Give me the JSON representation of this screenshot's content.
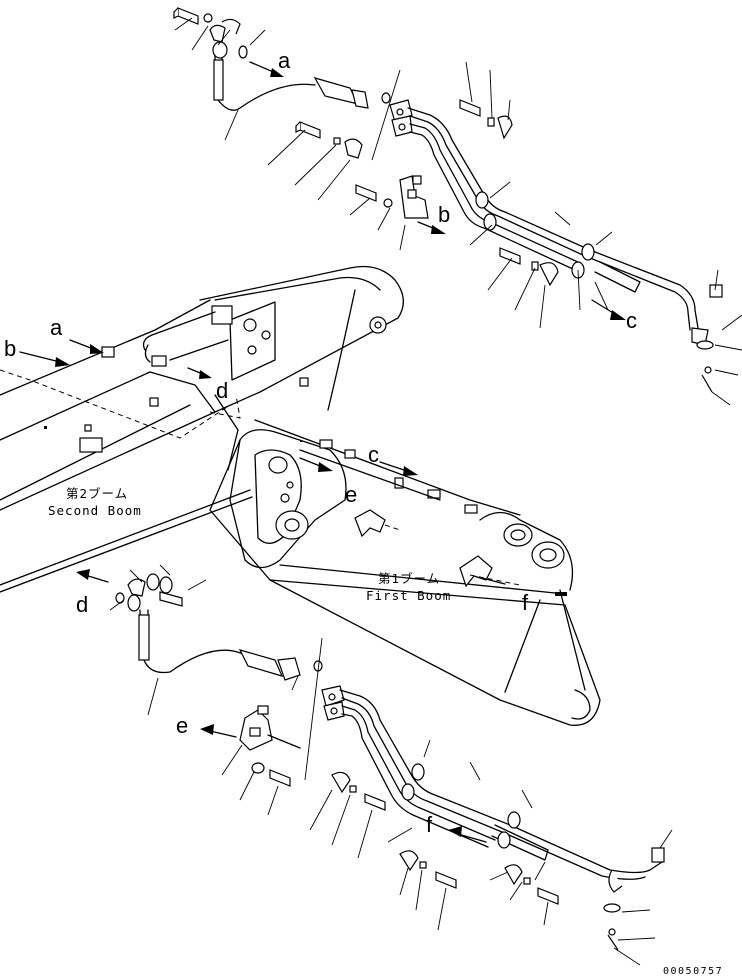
{
  "callouts": {
    "a_top": "a",
    "a_left": "a",
    "b_right": "b",
    "b_left": "b",
    "c_right": "c",
    "c_mid": "c",
    "d_mid": "d",
    "d_left": "d",
    "e_mid": "e",
    "e_left": "e",
    "f_mid": "f",
    "f_bottom": "f"
  },
  "captions": {
    "second_boom_jp": "第2ブーム",
    "second_boom_en": "Second Boom",
    "first_boom_jp": "第1ブーム",
    "first_boom_en": "First Boom"
  },
  "drawing_code": "00050757"
}
